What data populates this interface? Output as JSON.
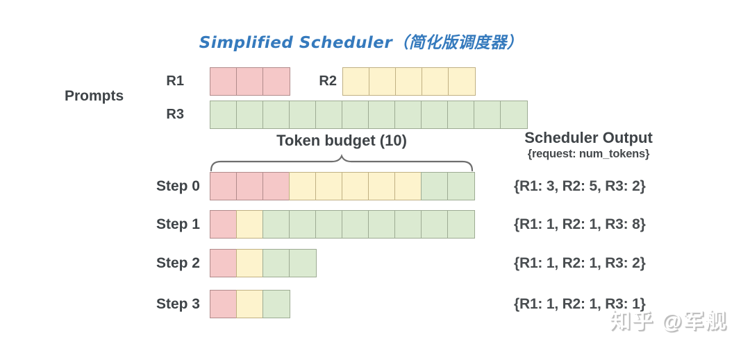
{
  "title": "Simplified Scheduler（简化版调度器）",
  "colors": {
    "title_blue": "#357abd",
    "text_gray": "#3e4347",
    "pink": {
      "fill": "#f5c8c8",
      "border": "#b18b8b"
    },
    "yellow": {
      "fill": "#fdf3cd",
      "border": "#c0b083"
    },
    "green": {
      "fill": "#dbead1",
      "border": "#9dab93"
    }
  },
  "prompts": {
    "label": "Prompts",
    "rows": [
      {
        "label": "R1",
        "cells": [
          {
            "color": "pink",
            "count": 3
          }
        ]
      },
      {
        "label": "R2",
        "cells": [
          {
            "color": "yellow",
            "count": 5
          }
        ]
      },
      {
        "label": "R3",
        "cells": [
          {
            "color": "green",
            "count": 12
          }
        ]
      }
    ]
  },
  "token_budget": {
    "label": "Token budget (10)",
    "value": 10
  },
  "scheduler_output": {
    "title": "Scheduler Output",
    "subtitle": "{request: num_tokens}"
  },
  "steps": [
    {
      "label": "Step 0",
      "cells": [
        {
          "color": "pink",
          "count": 3
        },
        {
          "color": "yellow",
          "count": 5
        },
        {
          "color": "green",
          "count": 2
        }
      ],
      "output": "{R1: 3, R2: 5, R3: 2}"
    },
    {
      "label": "Step 1",
      "cells": [
        {
          "color": "pink",
          "count": 1
        },
        {
          "color": "yellow",
          "count": 1
        },
        {
          "color": "green",
          "count": 8
        }
      ],
      "output": "{R1: 1, R2: 1, R3: 8}"
    },
    {
      "label": "Step 2",
      "cells": [
        {
          "color": "pink",
          "count": 1
        },
        {
          "color": "yellow",
          "count": 1
        },
        {
          "color": "green",
          "count": 2
        }
      ],
      "output": "{R1: 1, R2: 1, R3: 2}"
    },
    {
      "label": "Step 3",
      "cells": [
        {
          "color": "pink",
          "count": 1
        },
        {
          "color": "yellow",
          "count": 1
        },
        {
          "color": "green",
          "count": 1
        }
      ],
      "output": "{R1: 1, R2: 1, R3: 1}"
    }
  ],
  "watermark": "知乎 @军舰"
}
